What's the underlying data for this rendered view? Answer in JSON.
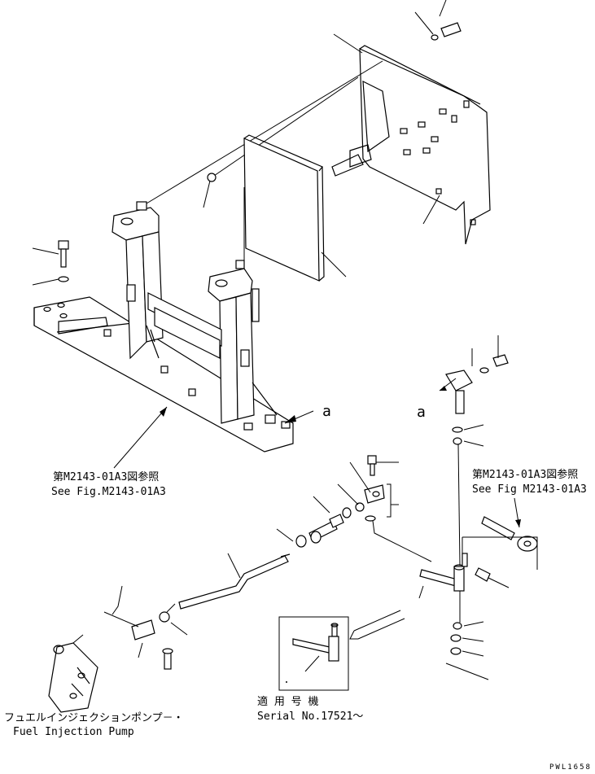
{
  "refs": {
    "ref_left_jp": "第M2143-01A3図参照",
    "ref_left_en": "See Fig.M2143-01A3",
    "ref_right_jp": "第M2143-01A3図参照",
    "ref_right_en": "See Fig M2143-01A3"
  },
  "callouts": {
    "a_left": "a",
    "a_right": "a"
  },
  "inset": {
    "applies_jp": "適 用 号 機",
    "serial": "Serial No.17521～"
  },
  "pump": {
    "label_jp": "フュエルインジェクションポンプ－・",
    "label_en": "Fuel Injection Pump"
  },
  "drawing_number": "PWL1658"
}
